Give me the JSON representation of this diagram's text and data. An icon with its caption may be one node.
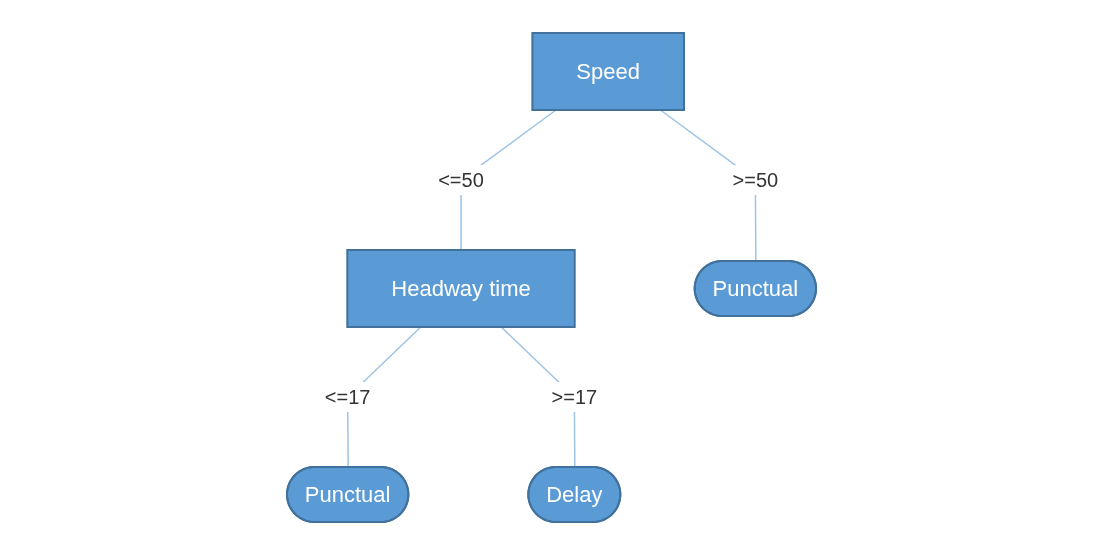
{
  "diagram": {
    "nodes": [
      {
        "text": [
          "Speed"
        ]
      },
      {
        "text": [
          "Headway time"
        ]
      },
      {
        "text": [
          "Punctual"
        ]
      },
      {
        "text": [
          "Punctual"
        ]
      },
      {
        "text": [
          "Delay"
        ]
      }
    ],
    "edges": [
      {
        "from": 0,
        "to": 1,
        "arrow": "none",
        "label": "<=50"
      },
      {
        "from": 0,
        "to": 2,
        "arrow": "none",
        "label": ">=50"
      },
      {
        "from": 1,
        "to": 3,
        "arrow": "none",
        "label": "<=17"
      },
      {
        "from": 1,
        "to": 4,
        "arrow": "none",
        "label": ">=17"
      }
    ]
  }
}
